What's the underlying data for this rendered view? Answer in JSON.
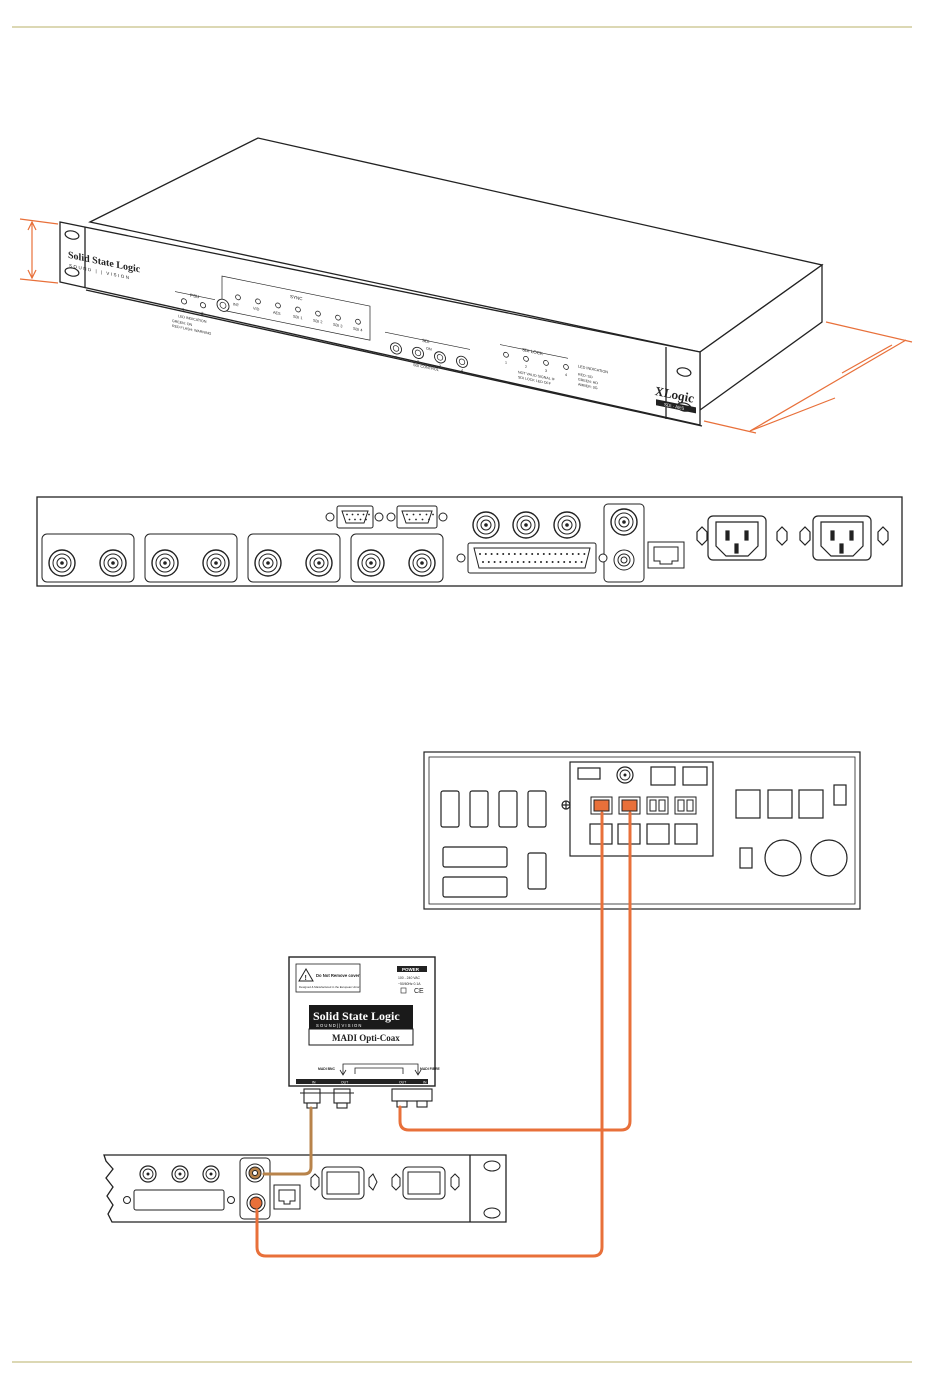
{
  "colors": {
    "rule": "#b8b06a",
    "cable_orange": "#e8703a",
    "cable_tan": "#b8834a",
    "line": "#222222"
  },
  "front_panel": {
    "brand": "Solid State Logic",
    "brand_sub": "SOUND | | VISION",
    "psu_label": "PSU",
    "psu_numbers": [
      "1",
      "2"
    ],
    "psu_note": [
      "LED INDICATION",
      "GREEN: ON",
      "RED FLASH: WARNING"
    ],
    "sync_label": "SYNC",
    "sync_items": [
      "INT",
      "VID",
      "AES",
      "SDI 1",
      "SDI 2",
      "SDI 3",
      "SDI 4"
    ],
    "sdi_label": "SDI",
    "sdi_numbers": [
      "1",
      "2",
      "3",
      "4"
    ],
    "sdi_control": "SDI CONTROL",
    "sdi_on": "ON",
    "sdi_lock_label": "SDI LOCK",
    "sdi_lock_numbers": [
      "1",
      "2",
      "3",
      "4"
    ],
    "sdi_lock_note": [
      "NOT VALID SIGNAL IF",
      "SDI LOCK LED OFF"
    ],
    "led_indication_title": "LED INDICATION",
    "led_indication_rows": [
      "RED: SD",
      "GREEN: HD",
      "AMBER: 3G"
    ],
    "model_logo": "XLogic",
    "model_sub": "SDI · AES"
  },
  "opti_coax": {
    "warning": "Do Not Remove cover",
    "warning_sub": "Designed & Manufactured in the European Union",
    "power_title": "POWER",
    "power_lines": [
      "100 - 240 VAC",
      "~50/60Hz 0.1A"
    ],
    "ce": "CE",
    "brand": "Solid State Logic",
    "brand_sub": "S O U N D   |   |   V I S I O N",
    "product": "MADI Opti-Coax",
    "label_left": "MADI BNC",
    "label_right": "MADI FIBRE",
    "bottom_labels": [
      "IN",
      "OUT",
      "OUT",
      "IN"
    ]
  }
}
